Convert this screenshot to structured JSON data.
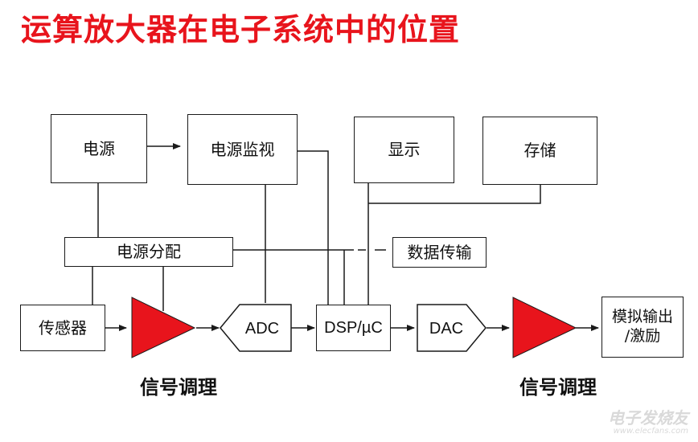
{
  "title": "运算放大器在电子系统中的位置",
  "boxes": {
    "power": "电源",
    "power_monitor": "电源监视",
    "display": "显示",
    "storage": "存储",
    "power_distribution": "电源分配",
    "data_transfer": "数据传输",
    "sensor": "传感器",
    "adc": "ADC",
    "dsp": "DSP/µC",
    "dac": "DAC",
    "output_line1": "模拟输出",
    "output_line2": "/激励"
  },
  "captions": {
    "signal_conditioning_left": "信号调理",
    "signal_conditioning_right": "信号调理"
  },
  "watermark": {
    "cn": "电子发烧友",
    "en": "www.elecfans.com"
  },
  "colors": {
    "title": "#e8141c",
    "amplifier_fill": "#e8141c",
    "line": "#1a1a1a"
  }
}
